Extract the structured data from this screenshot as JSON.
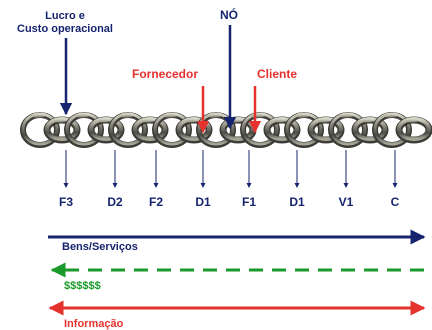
{
  "annotations": {
    "profit": {
      "line1": "Lucro e",
      "line2": "Custo operacional"
    },
    "node": "NÓ",
    "supplier": "Fornecedor",
    "client": "Cliente"
  },
  "links": [
    "F3",
    "D2",
    "F2",
    "D1",
    "F1",
    "D1",
    "V1",
    "C"
  ],
  "flows": {
    "goods": "Bens/Serviços",
    "money": "$$$$$$",
    "info": "Informação"
  },
  "colors": {
    "navy": "#16246e",
    "red": "#e5322e",
    "green": "#1a9a2a",
    "chain_dark": "#3c3c37",
    "chain_light": "#b2b0a2"
  }
}
